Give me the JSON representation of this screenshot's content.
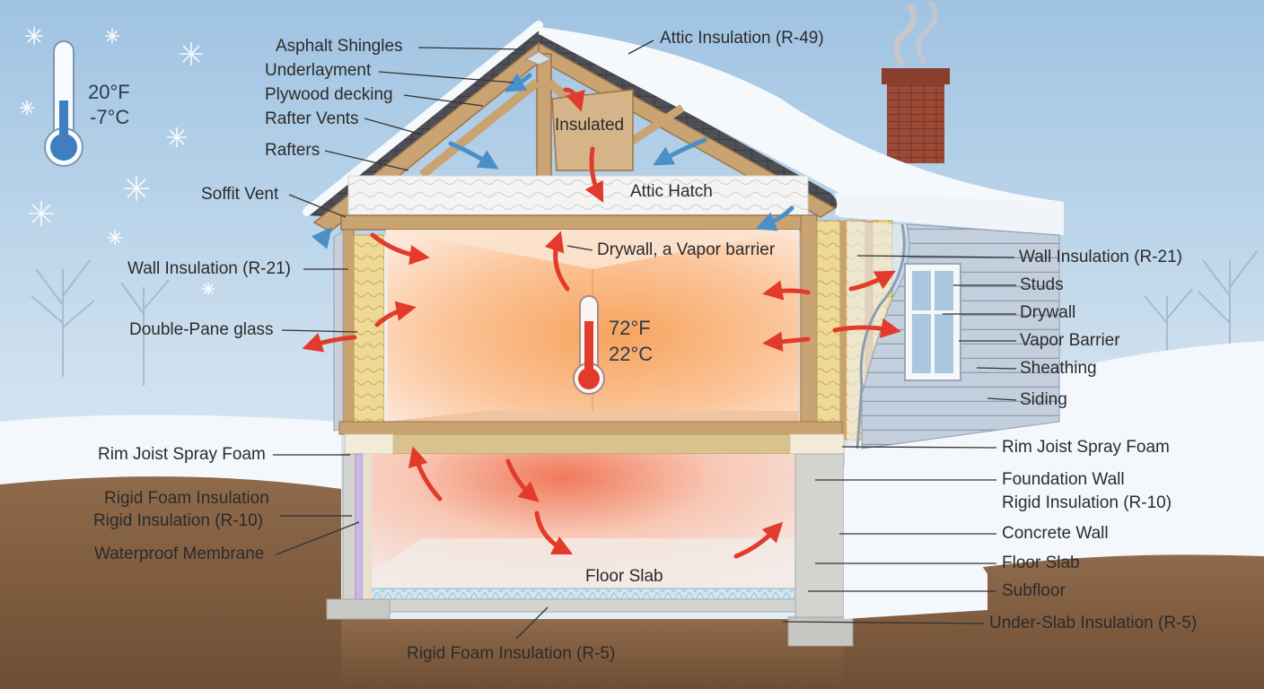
{
  "outdoor": {
    "temp_f": "20°F",
    "temp_c": "-7°C"
  },
  "indoor": {
    "temp_f": "72°F",
    "temp_c": "22°C"
  },
  "colors": {
    "sky": "#bcd6ea",
    "snow": "#f4f8fc",
    "ground": "#8a6446",
    "wood": "#caa373",
    "wood_dark": "#9c7548",
    "batt": "#e9d48f",
    "warm": "#f59a5a",
    "heat_arrow": "#e23b2c",
    "air_arrow": "#4a90c8",
    "siding": "#c3cfdc",
    "concrete": "#d3d3d0",
    "chimney": "#9a4a36",
    "shingle": "#4d4f54"
  },
  "labels": {
    "asphalt_shingles": "Asphalt Shingles",
    "underlayment": "Underlayment",
    "plywood_decking": "Plywood decking",
    "rafter_vents": "Rafter Vents",
    "rafters": "Rafters",
    "attic_insulation": "Attic Insulation (R-49)",
    "insulated": "Insulated",
    "attic_hatch": "Attic Hatch",
    "soffit_vent": "Soffit Vent",
    "drywall_vapor": "Drywall, a Vapor barrier",
    "wall_insulation_left": "Wall Insulation (R-21)",
    "double_pane": "Double-Pane glass",
    "rim_joist_left": "Rim Joist Spray Foam",
    "rigid_foam_left_1": "Rigid Foam Insulation",
    "rigid_foam_left_2": "Rigid Insulation (R-10)",
    "waterproof_membrane": "Waterproof Membrane",
    "floor_slab_center": "Floor Slab",
    "rigid_foam_bottom": "Rigid Foam Insulation (R-5)",
    "wall_insulation_right": "Wall Insulation (R-21)",
    "studs": "Studs",
    "drywall": "Drywall",
    "vapor_barrier": "Vapor Barrier",
    "sheathing": "Sheathing",
    "siding": "Siding",
    "rim_joist_right": "Rim Joist Spray Foam",
    "foundation_wall_1": "Foundation Wall",
    "foundation_wall_2": "Rigid Insulation (R-10)",
    "concrete_wall": "Concrete Wall",
    "floor_slab_right": "Floor Slab",
    "subfloor": "Subfloor",
    "under_slab": "Under-Slab Insulation (R-5)"
  }
}
